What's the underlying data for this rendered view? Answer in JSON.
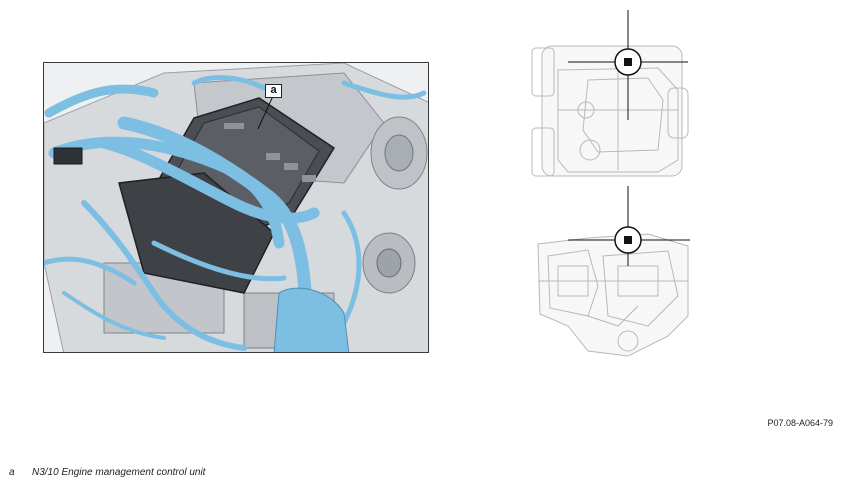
{
  "figure": {
    "callout_label": "a",
    "figure_code": "P07.08-A064-79"
  },
  "legend": {
    "items": [
      {
        "key": "a",
        "text": "N3/10 Engine management control unit"
      }
    ]
  },
  "colors": {
    "highlight_blue": "#7dbfe3",
    "control_unit": "#4a4d52",
    "engine_grey": "#c9ccd0",
    "outline": "#3a3a3a"
  }
}
